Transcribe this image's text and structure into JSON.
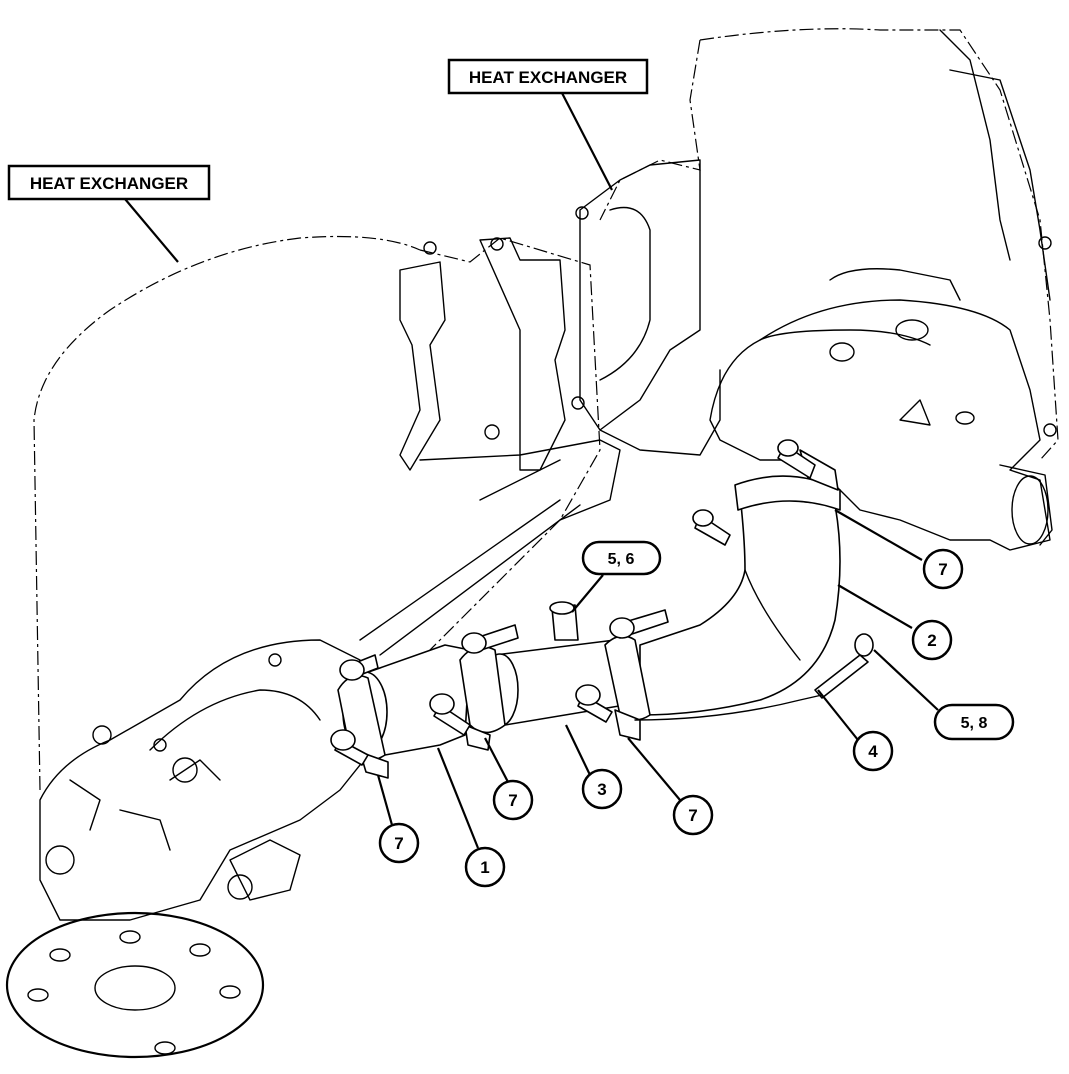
{
  "labels": {
    "heat_exchanger_top": "HEAT EXCHANGER",
    "heat_exchanger_left": "HEAT EXCHANGER"
  },
  "callouts": {
    "c1": "1",
    "c2": "2",
    "c3": "3",
    "c4": "4",
    "c56": "5, 6",
    "c58": "5, 8",
    "c7a": "7",
    "c7b": "7",
    "c7c": "7",
    "c7d": "7"
  }
}
